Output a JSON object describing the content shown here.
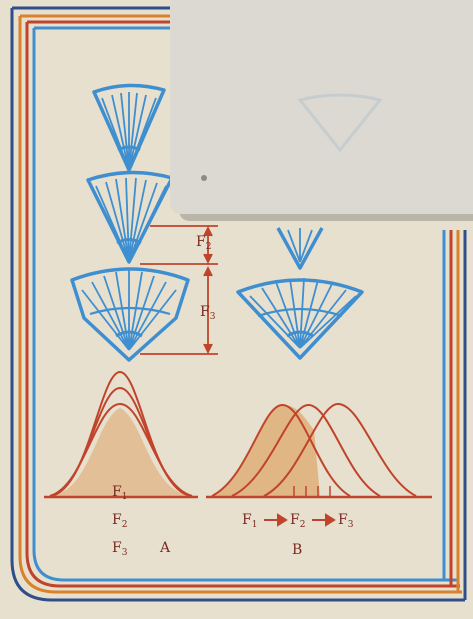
{
  "colors": {
    "paper": "#e7e0cf",
    "blue": "#3f8fd0",
    "red": "#c0442b",
    "brown": "#7a3b28",
    "orange": "#d9822b",
    "navy": "#2f4f8a",
    "label": "#7a2a20"
  },
  "vertical_labels": {
    "f2": "F",
    "f2_sub": "2",
    "f3": "F",
    "f3_sub": "3"
  },
  "panel_a": {
    "f1": "F",
    "f1_sub": "1",
    "f2": "F",
    "f2_sub": "2",
    "f3": "F",
    "f3_sub": "3",
    "letter": "A"
  },
  "panel_b": {
    "sequence": [
      {
        "text": "F",
        "sub": "1"
      },
      {
        "text": "F",
        "sub": "2"
      },
      {
        "text": "F",
        "sub": "3"
      }
    ],
    "letter": "B"
  }
}
